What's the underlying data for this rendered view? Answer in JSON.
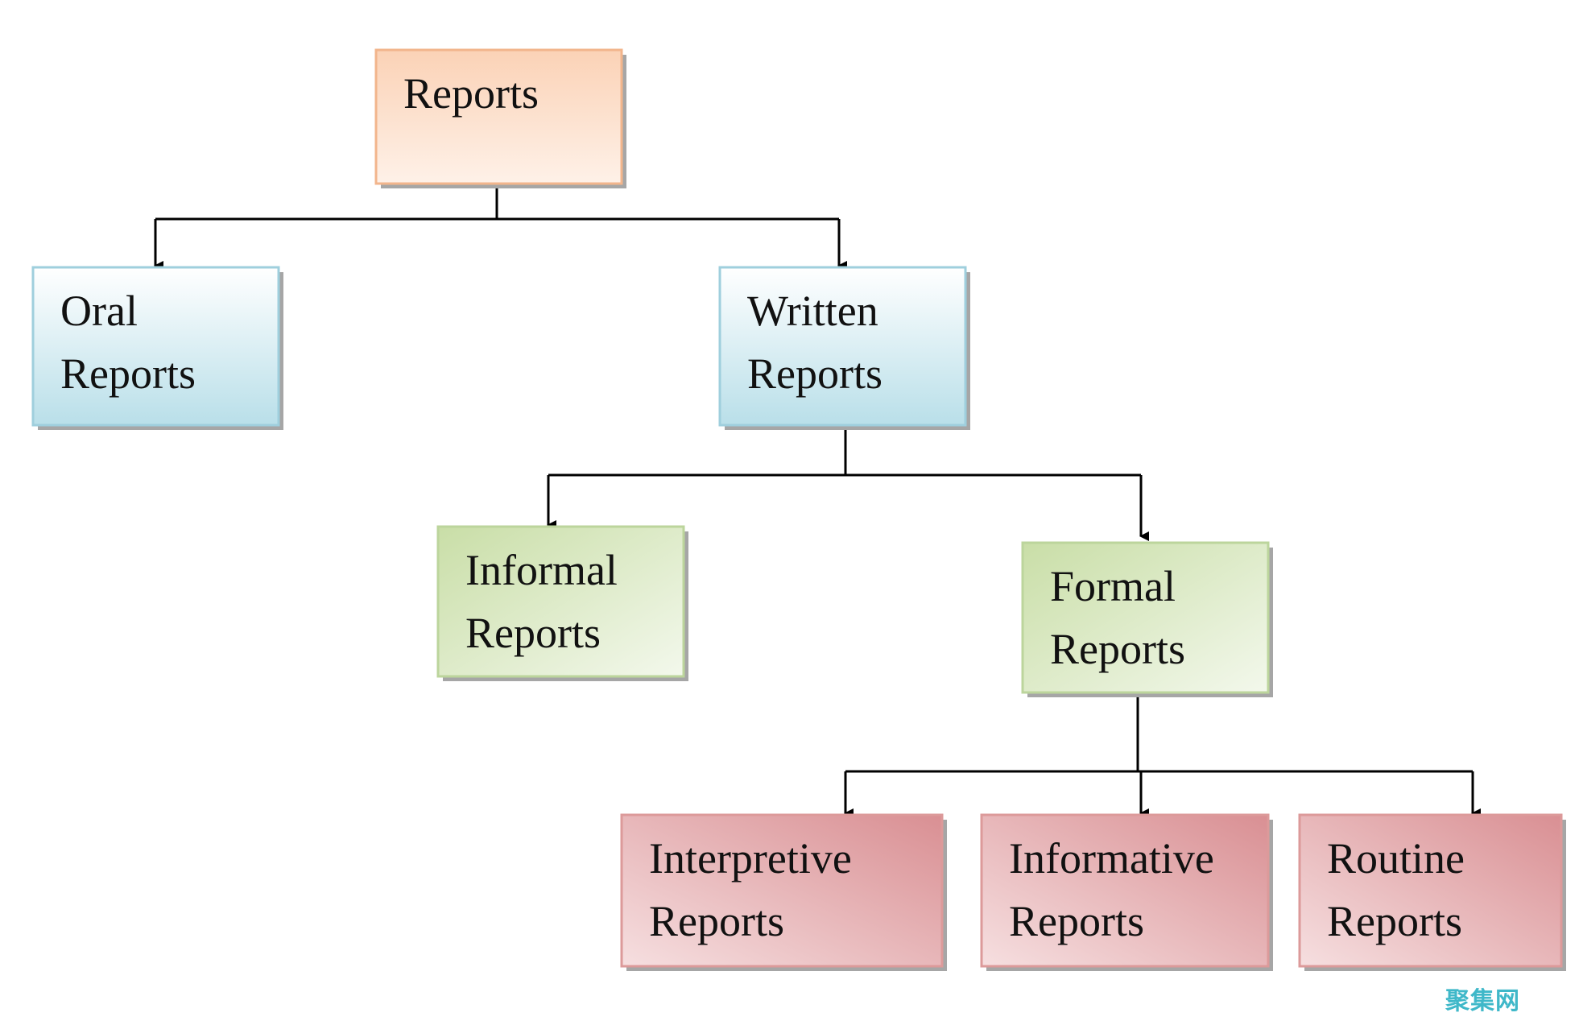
{
  "diagram": {
    "colors": {
      "orange_stroke": "#f2b58c",
      "orange_fill_top": "#fbd2b6",
      "orange_fill_bottom": "#fef1e8",
      "blue_stroke": "#9fcfdd",
      "blue_fill_top": "#ffffff",
      "blue_fill_bottom": "#b9dfe9",
      "green_stroke": "#bcd59c",
      "green_fill_top": "#c9dea7",
      "green_fill_bottom": "#f3f8ec",
      "red_stroke": "#dc9a9a",
      "red_fill_top": "#d98f93",
      "red_fill_bottom": "#f6dfe0",
      "shadow": "#a6a6a6"
    },
    "nodes": {
      "reports": {
        "lines": [
          "Reports"
        ],
        "color": "orange"
      },
      "oral": {
        "lines": [
          "Oral",
          "Reports"
        ],
        "color": "blue"
      },
      "written": {
        "lines": [
          "Written",
          "Reports"
        ],
        "color": "blue"
      },
      "informal": {
        "lines": [
          "Informal",
          "Reports"
        ],
        "color": "green"
      },
      "formal": {
        "lines": [
          "Formal",
          "Reports"
        ],
        "color": "green"
      },
      "interpretive": {
        "lines": [
          "Interpretive",
          "Reports"
        ],
        "color": "red"
      },
      "informative": {
        "lines": [
          "Informative",
          "Reports"
        ],
        "color": "red"
      },
      "routine": {
        "lines": [
          "Routine",
          "Reports"
        ],
        "color": "red"
      }
    },
    "edges": [
      {
        "from": "reports",
        "to": "oral"
      },
      {
        "from": "reports",
        "to": "written"
      },
      {
        "from": "written",
        "to": "informal"
      },
      {
        "from": "written",
        "to": "formal"
      },
      {
        "from": "formal",
        "to": "interpretive"
      },
      {
        "from": "formal",
        "to": "informative"
      },
      {
        "from": "formal",
        "to": "routine"
      }
    ],
    "watermark": "聚集网"
  }
}
